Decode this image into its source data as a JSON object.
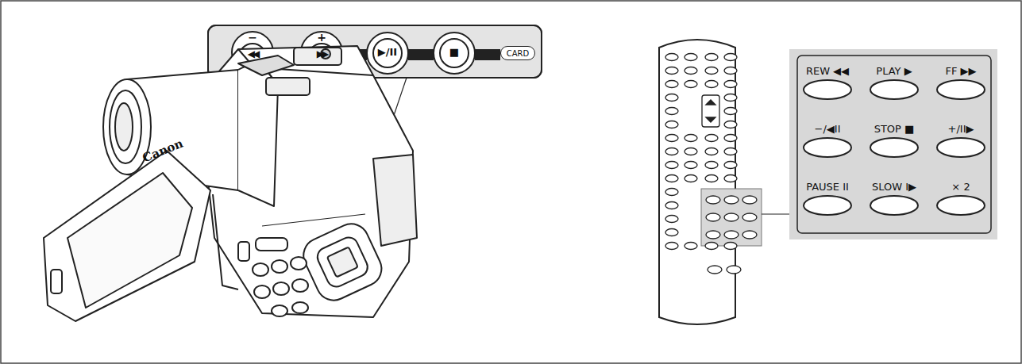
{
  "diagram": {
    "nodes": [
      {
        "text": [
          "−",
          "◀◀"
        ]
      },
      {
        "text": [
          "+",
          "▶▶"
        ]
      },
      {
        "text": [
          "▶/II"
        ]
      },
      {
        "text": [
          "■"
        ]
      },
      {
        "text": [
          "CARD"
        ]
      }
    ],
    "labels": [
      "Canon",
      "REW ◀◀",
      "PLAY ▶",
      "FF ▶▶",
      "−/◀II",
      "STOP ■",
      "+/II▶",
      "PAUSE II",
      "SLOW I▶",
      "× 2"
    ]
  }
}
